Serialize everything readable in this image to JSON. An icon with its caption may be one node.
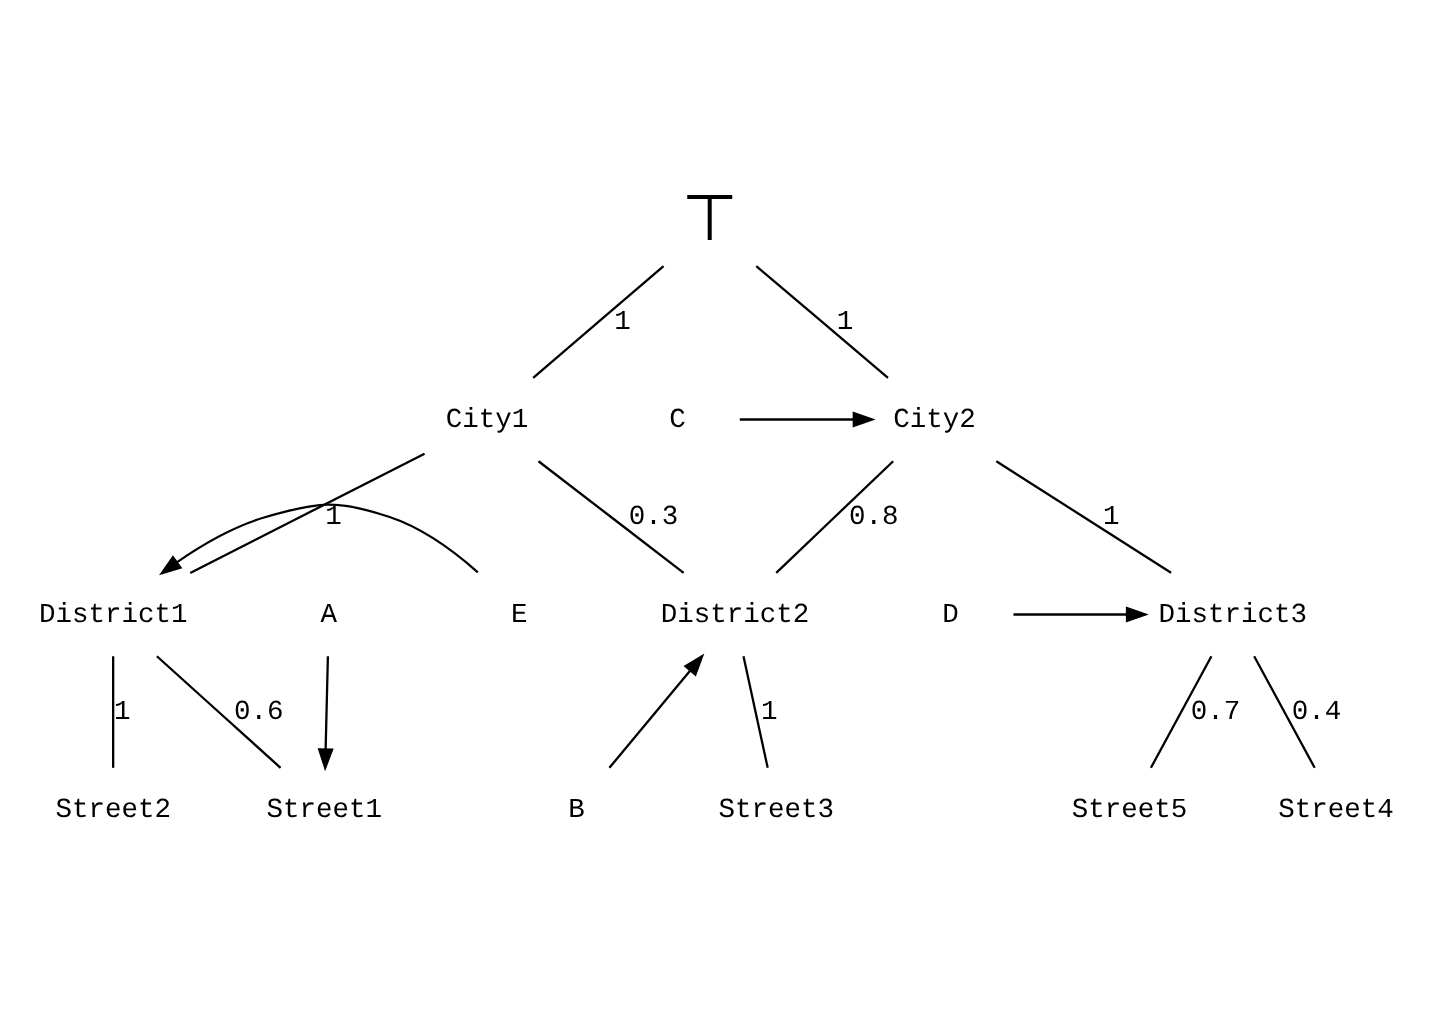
{
  "diagram": {
    "nodes": [
      {
        "text": [
          "⊤"
        ]
      },
      {
        "text": [
          "City1"
        ]
      },
      {
        "text": [
          "City2"
        ]
      },
      {
        "text": [
          "District1"
        ]
      },
      {
        "text": [
          "District2"
        ]
      },
      {
        "text": [
          "District3"
        ]
      },
      {
        "text": [
          "Street1"
        ]
      },
      {
        "text": [
          "Street2"
        ]
      },
      {
        "text": [
          "Street3"
        ]
      },
      {
        "text": [
          "Street4"
        ]
      },
      {
        "text": [
          "Street5"
        ]
      },
      {
        "text": [
          "A"
        ]
      },
      {
        "text": [
          "B"
        ]
      },
      {
        "text": [
          "C"
        ]
      },
      {
        "text": [
          "D"
        ]
      },
      {
        "text": [
          "E"
        ]
      }
    ],
    "edges": [
      {
        "from": 0,
        "to": 1,
        "arrow": "none",
        "label": "1"
      },
      {
        "from": 0,
        "to": 2,
        "arrow": "none",
        "label": "1"
      },
      {
        "from": 1,
        "to": 3,
        "arrow": "none",
        "label": "1"
      },
      {
        "from": 1,
        "to": 4,
        "arrow": "none",
        "label": "0.3"
      },
      {
        "from": 2,
        "to": 4,
        "arrow": "none",
        "label": "0.8"
      },
      {
        "from": 2,
        "to": 5,
        "arrow": "none",
        "label": "1"
      },
      {
        "from": 3,
        "to": 6,
        "arrow": "none",
        "label": "0.6"
      },
      {
        "from": 3,
        "to": 7,
        "arrow": "none",
        "label": "1"
      },
      {
        "from": 4,
        "to": 8,
        "arrow": "none",
        "label": "1"
      },
      {
        "from": 5,
        "to": 9,
        "arrow": "none",
        "label": "0.4"
      },
      {
        "from": 5,
        "to": 10,
        "arrow": "none",
        "label": "0.7"
      },
      {
        "from": 11,
        "to": 6,
        "arrow": "to"
      },
      {
        "from": 12,
        "to": 4,
        "arrow": "to"
      },
      {
        "from": 13,
        "to": 2,
        "arrow": "to"
      },
      {
        "from": 14,
        "to": 5,
        "arrow": "to"
      },
      {
        "from": 15,
        "to": 3,
        "arrow": "to"
      }
    ]
  }
}
